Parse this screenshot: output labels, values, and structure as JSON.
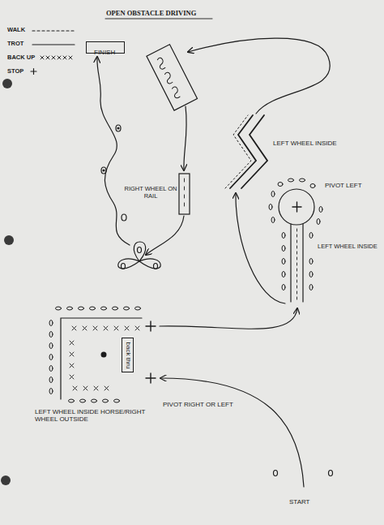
{
  "diagram": {
    "title": "OPEN OBSTACLE DRIVING",
    "nodes": [
      {
        "text": [
          "FINISH"
        ]
      },
      {
        "text": [
          "back thru"
        ]
      }
    ],
    "labels": [
      "LEFT WHEEL INSIDE",
      "PIVOT LEFT",
      "RIGHT WHEEL ON RAIL",
      "LEFT WHEEL INSIDE",
      "PIVOT RIGHT OR LEFT",
      "LEFT WHEEL INSIDE HORSE/RIGHT WHEEL OUTSIDE",
      "START"
    ],
    "legend": [
      {
        "text": "WALK"
      },
      {
        "text": "TROT"
      },
      {
        "text": "BACK UP"
      },
      {
        "text": "STOP"
      }
    ]
  }
}
